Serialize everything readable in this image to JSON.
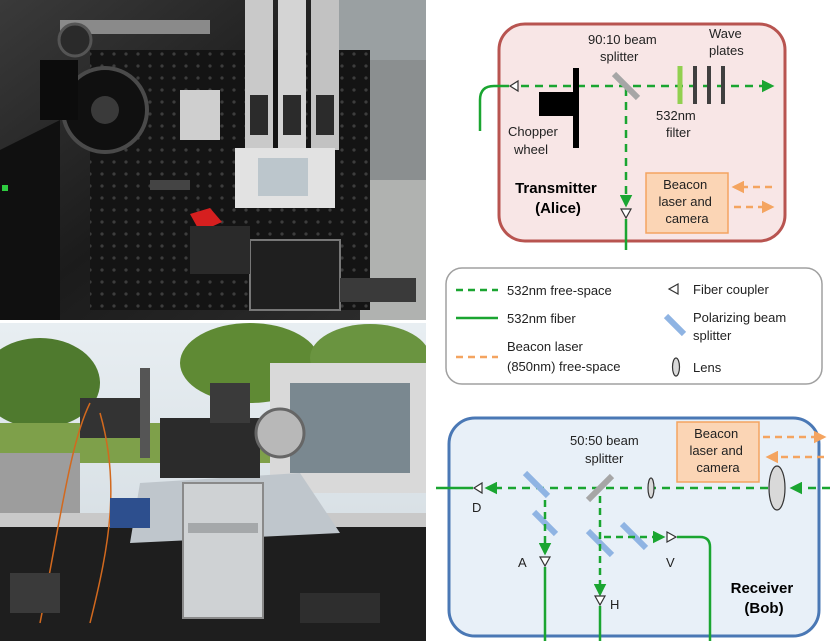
{
  "transmitter": {
    "splitter_label": [
      "90:10 beam",
      "splitter"
    ],
    "waveplates_label": [
      "Wave",
      "plates"
    ],
    "filter_label": [
      "532nm",
      "filter"
    ],
    "chopper_label": [
      "Chopper",
      "wheel"
    ],
    "title": [
      "Transmitter",
      "(Alice)"
    ],
    "beacon_label": [
      "Beacon",
      "laser and",
      "camera"
    ]
  },
  "legend": {
    "free_space": "532nm free-space",
    "fiber": "532nm fiber",
    "beacon": [
      "Beacon laser",
      "(850nm) free-space"
    ],
    "coupler": "Fiber coupler",
    "pbs": [
      "Polarizing beam",
      "splitter"
    ],
    "lens": "Lens"
  },
  "receiver": {
    "splitter_label": [
      "50:50 beam",
      "splitter"
    ],
    "beacon_label": [
      "Beacon",
      "laser and",
      "camera"
    ],
    "title": [
      "Receiver",
      "(Bob)"
    ],
    "port_d": "D",
    "port_a": "A",
    "port_h": "H",
    "port_v": "V"
  },
  "colors": {
    "green": "#1aa531",
    "orange": "#f4a460",
    "alice_border": "#b85450",
    "alice_fill": "#f8e6e6",
    "bob_border": "#4a78b5",
    "bob_fill": "#e8f0f8",
    "beacon_fill": "#fbd5b5",
    "pbs": "#8fb4e3",
    "splitter": "#a6a6a6",
    "filter": "#92d050"
  }
}
